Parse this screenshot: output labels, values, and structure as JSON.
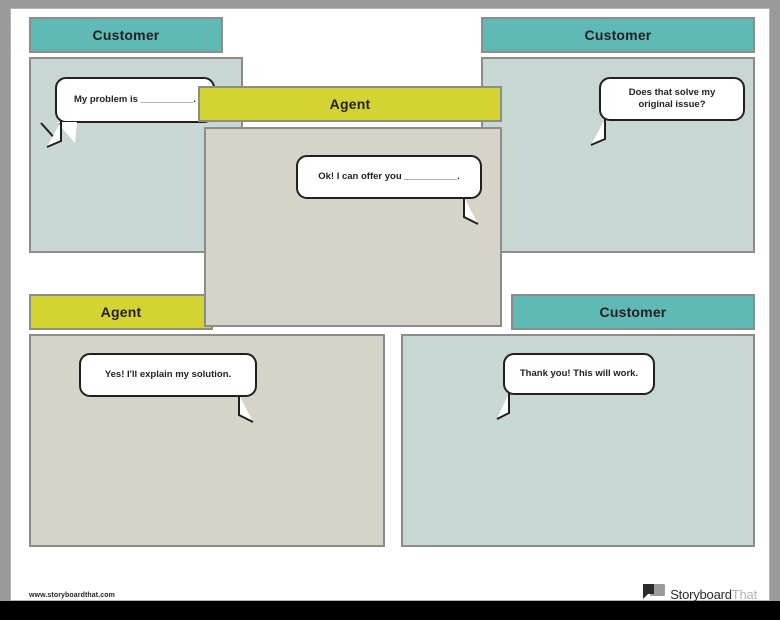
{
  "document": {
    "footer_url": "www.storyboardthat.com",
    "logo": {
      "mark_icon": "speech-bubbles-icon",
      "name_primary": "Storyboard",
      "name_secondary": "That"
    }
  },
  "colors": {
    "customer_header": "#5fbab5",
    "agent_header": "#d4d334",
    "customer_body": "#c9d7d4",
    "agent_body": "#d6d4c8",
    "panel_border": "#8d8d87",
    "bubble_border": "#231f20",
    "page_gutter": "#9a9a9a"
  },
  "panels": [
    {
      "id": "panel-1",
      "role": "customer",
      "header": "Customer",
      "bubble": "My problem is __________.",
      "tail": "down-left"
    },
    {
      "id": "panel-2",
      "role": "customer",
      "header": "Customer",
      "bubble": "Does that solve my original issue?",
      "tail": "down-left"
    },
    {
      "id": "panel-3",
      "role": "agent",
      "header": "Agent",
      "bubble": "Ok! I can offer you __________.",
      "tail": "down-right"
    },
    {
      "id": "panel-4",
      "role": "agent",
      "header": "Agent",
      "bubble": "Yes! I'll explain my solution.",
      "tail": "down-right"
    },
    {
      "id": "panel-5",
      "role": "customer",
      "header": "Customer",
      "bubble": "Thank you! This will work.",
      "tail": "down-left"
    }
  ]
}
